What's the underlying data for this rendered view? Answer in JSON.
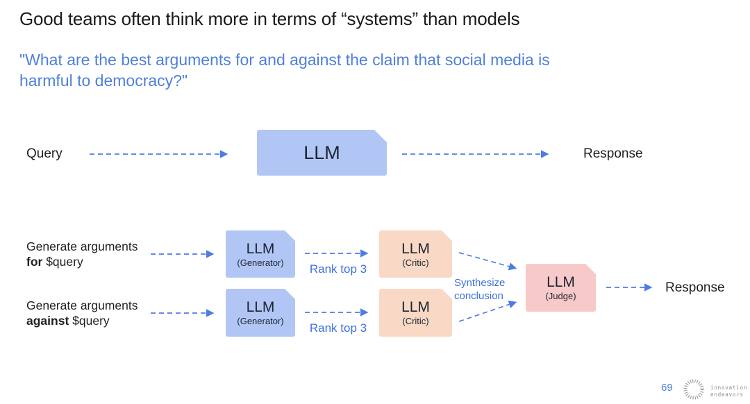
{
  "slide": {
    "title": "Good teams often think more in terms of “systems” than models",
    "subtitle": "\"What are the best arguments for and against the claim that social media is harmful to democracy?\"",
    "footer": {
      "page_number": "69",
      "logo_line1": "innovation",
      "logo_line2": "endeavors"
    }
  },
  "diagram": {
    "simple_flow": {
      "input_label": "Query",
      "llm_title": "LLM",
      "output_label": "Response"
    },
    "system_flow": {
      "input_for": {
        "line1": "Generate arguments",
        "bold": "for",
        "rest": " $query"
      },
      "input_against": {
        "line1": "Generate arguments",
        "bold": "against",
        "rest": " $query"
      },
      "generator": {
        "title": "LLM",
        "subtitle": "(Generator)"
      },
      "critic": {
        "title": "LLM",
        "subtitle": "(Critic)"
      },
      "judge": {
        "title": "LLM",
        "subtitle": "(Judge)"
      },
      "rank_label": "Rank top 3",
      "synthesize": {
        "line1": "Synthesize",
        "line2": "conclusion"
      },
      "output_label": "Response"
    }
  },
  "colors": {
    "llm_blue": "#b1c6f5",
    "critic_peach": "#f9d9c5",
    "judge_pink": "#f8c9c9",
    "arrow_blue": "#4d7ce2",
    "label_blue": "#3d6fdd",
    "subtitle_blue": "#4f80d9",
    "page_blue": "#4f7fd8"
  }
}
